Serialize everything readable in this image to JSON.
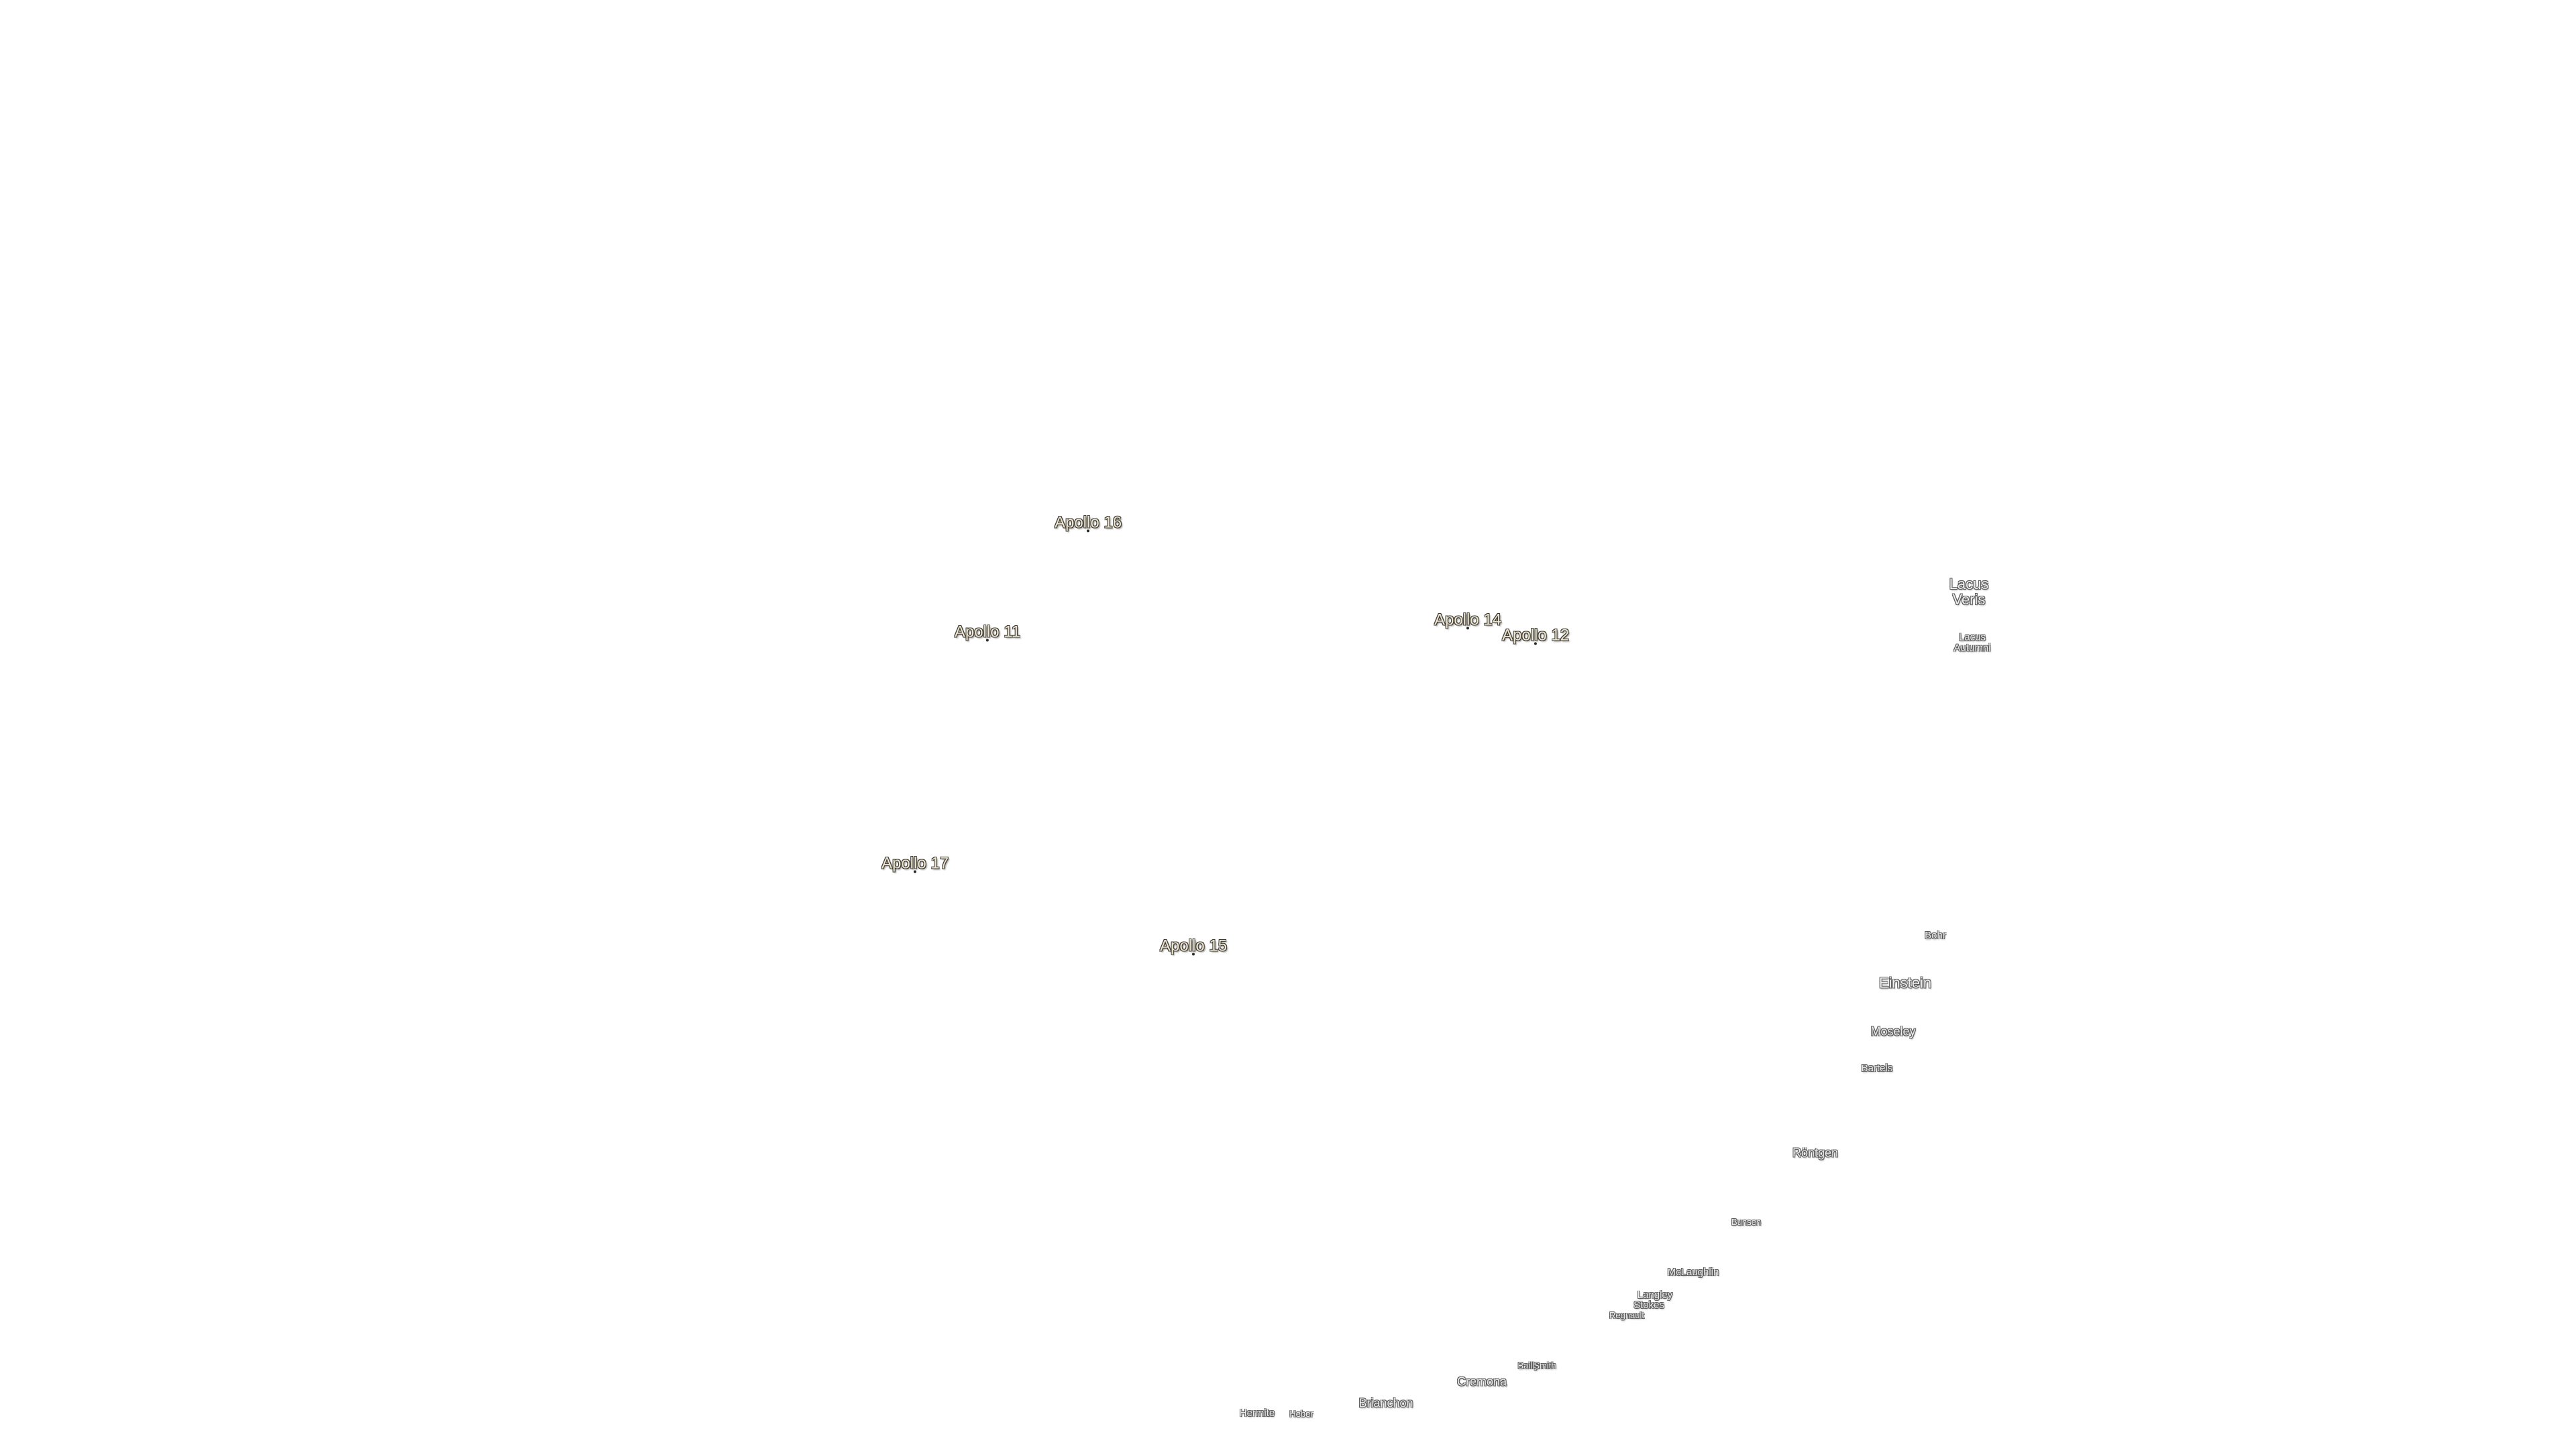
{
  "map": {
    "apollo_sites": [
      {
        "name": "Apollo 16"
      },
      {
        "name": "Apollo 11"
      },
      {
        "name": "Apollo 14"
      },
      {
        "name": "Apollo 12"
      },
      {
        "name": "Apollo 17"
      },
      {
        "name": "Apollo 15"
      }
    ],
    "features": {
      "lacus_veris": {
        "line1": "Lacus",
        "line2": "Veris"
      },
      "lacus_autumni": {
        "line1": "Lacus",
        "line2": "Autumni"
      },
      "bohr": "Bohr",
      "einstein": "Einstein",
      "moseley": "Moseley",
      "bartels": "Bartels",
      "rontgen": "Röntgen",
      "bunsen": "Bunsen",
      "mclaughlin": "McLaughlin",
      "langley": "Langley",
      "stokes": "Stokes",
      "regnault": "Regnault",
      "bailly": "Bailly",
      "smith": "Smith",
      "cremona": "Cremona",
      "brianchon": "Brianchon",
      "hermite": "Hermite",
      "heber": "Heber"
    }
  }
}
